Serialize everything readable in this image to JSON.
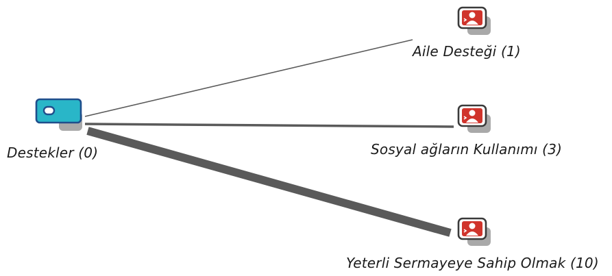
{
  "source_node": {
    "label": "Destekler (0)",
    "icon": "tag-icon",
    "color": "#29b6c8"
  },
  "target_nodes": [
    {
      "label": "Aile Desteği (1)",
      "icon": "person-card-icon",
      "color": "#d0342c",
      "count": 1
    },
    {
      "label": "Sosyal ağların Kullanımı (3)",
      "icon": "person-card-icon",
      "color": "#d0342c",
      "count": 3
    },
    {
      "label": "Yeterli Sermayeye Sahip Olmak (10)",
      "icon": "person-card-icon",
      "color": "#d0342c",
      "count": 10
    }
  ],
  "edge_color": "#5a5a5a"
}
